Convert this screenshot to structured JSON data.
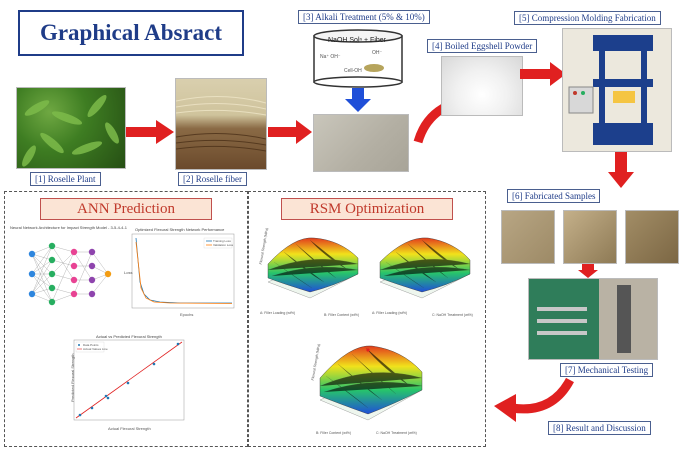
{
  "title": "Graphical Absract",
  "steps": {
    "s1": "[1] Roselle Plant",
    "s2": "[2] Roselle fiber",
    "s3": "[3] Alkali Treatment (5% & 10%)",
    "s4": "[4] Boiled Eggshell Powder",
    "s5": "[5] Compression Molding Fabrication",
    "s6": "[6] Fabricated Samples",
    "s7": "[7] Mechanical Testing",
    "s8": "[8] Result and Discussion"
  },
  "beaker_label": "NaOH Solⁿ + Fiber",
  "ann": {
    "heading": "ANN Prediction",
    "network_title": "Neural Network Architecture for Impact Strength Model - 3-5-4-4-1",
    "loss_title": "Optimized Flexural Strength Network Performance",
    "loss_legend": [
      "Training Loss",
      "Validation Loss"
    ],
    "loss_xlabel": "Epochs",
    "loss_ylabel": "Loss",
    "scatter_title": "Actual vs Predicted Flexural Strength",
    "scatter_legend": [
      "Data Points",
      "Actual Values Line"
    ],
    "scatter_xlabel": "Actual Flexural Strength",
    "scatter_ylabel": "Predicted Flexural Strength"
  },
  "rsm": {
    "heading": "RSM Optimization",
    "plot1_z": "Flexural Strength (MPa)",
    "plot1_x": "A: Filler Loading (wt%)",
    "plot1_y": "B: Filler Content (wt%)",
    "plot2_x": "A: Filler Loading (wt%)",
    "plot2_y": "C: NaOH Treatment (wt%)",
    "plot3_x": "B: Filler Content (wt%)",
    "plot3_y": "C: NaOH Treatment (wt%)"
  },
  "colors": {
    "title_blue": "#1f3c88",
    "arrow_red": "#e02020",
    "heading_fill": "#fbe4d5",
    "heading_text": "#c0392b"
  }
}
